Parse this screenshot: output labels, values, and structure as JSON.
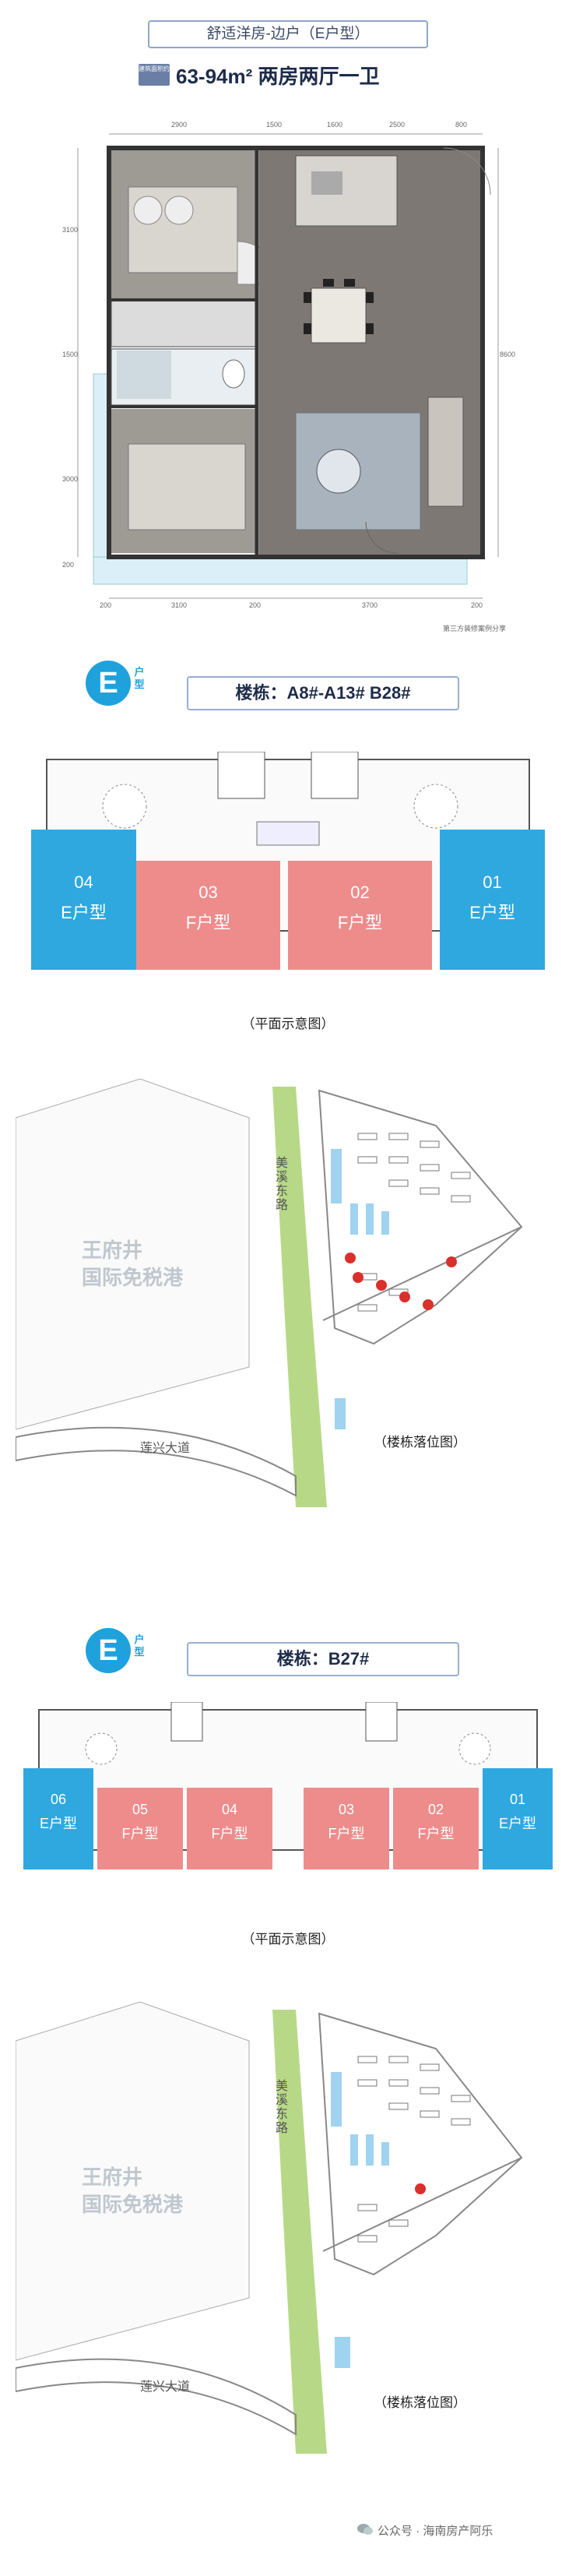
{
  "header": {
    "title": "舒适洋房-边户（E户型）",
    "area_tag": "建筑面积约",
    "area_title": "63-94m² 两房两厅一卫"
  },
  "floorplan": {
    "top_dims": [
      "2900",
      "1500",
      "1600",
      "2500",
      "800"
    ],
    "bottom_dims": [
      "200",
      "3100",
      "200",
      "3700",
      "200"
    ],
    "left_dims": [
      "3100",
      "1500",
      "3000",
      "200"
    ],
    "right_dims": [
      "8600"
    ],
    "note": "第三方装修案例分享"
  },
  "section1": {
    "badge_letter": "E",
    "badge_sub": "户型",
    "buildings": "楼栋：A8#-A13#    B28#",
    "units": [
      {
        "num": "04",
        "type": "E户型",
        "kind": "E"
      },
      {
        "num": "03",
        "type": "F户型",
        "kind": "F"
      },
      {
        "num": "02",
        "type": "F户型",
        "kind": "F"
      },
      {
        "num": "01",
        "type": "E户型",
        "kind": "E"
      }
    ],
    "plan_caption": "（平面示意图）",
    "site_road1": "美溪东路",
    "site_road2": "莲兴大道",
    "site_landmark_l1": "王府井",
    "site_landmark_l2": "国际免税港",
    "site_caption": "（楼栋落位图）"
  },
  "section2": {
    "badge_letter": "E",
    "badge_sub": "户型",
    "buildings": "楼栋：B27#",
    "units": [
      {
        "num": "06",
        "type": "E户型",
        "kind": "E"
      },
      {
        "num": "05",
        "type": "F户型",
        "kind": "F"
      },
      {
        "num": "04",
        "type": "F户型",
        "kind": "F"
      },
      {
        "num": "03",
        "type": "F户型",
        "kind": "F"
      },
      {
        "num": "02",
        "type": "F户型",
        "kind": "F"
      },
      {
        "num": "01",
        "type": "E户型",
        "kind": "E"
      }
    ],
    "plan_caption": "（平面示意图）",
    "site_road1": "美溪东路",
    "site_road2": "莲兴大道",
    "site_landmark_l1": "王府井",
    "site_landmark_l2": "国际免税港",
    "site_caption": "（楼栋落位图）"
  },
  "footer": {
    "watermark": "公众号 · 海南房产阿乐"
  },
  "colors": {
    "e_unit": "#2fa8e0",
    "f_unit": "#ee8c8c",
    "accent": "#1fa2dc",
    "greenbelt": "#b7d987"
  }
}
